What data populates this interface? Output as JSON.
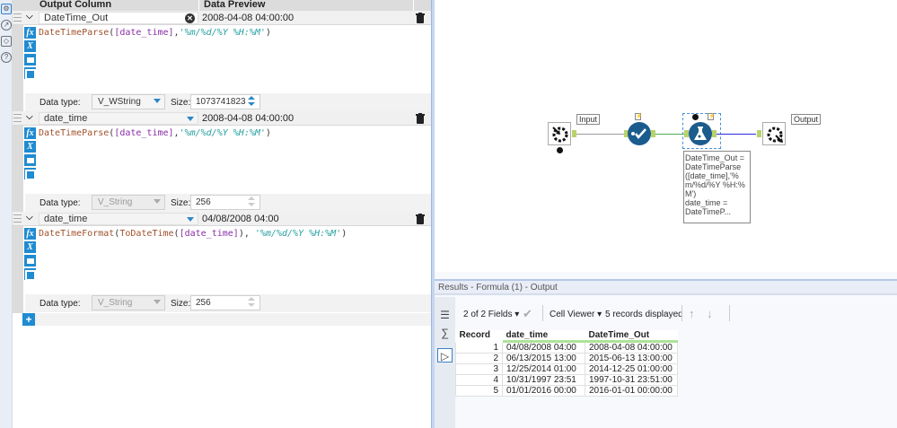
{
  "left_rail": {
    "icons": [
      "gear-icon",
      "cursor-icon",
      "tag-icon",
      "help-icon"
    ]
  },
  "config": {
    "header": {
      "output_column": "Output Column",
      "data_preview": "Data Preview"
    },
    "blocks": [
      {
        "output_column": "DateTime_Out",
        "is_new_field": true,
        "preview": "2008-04-08 04:00:00",
        "expression": {
          "fn": "DateTimeParse",
          "field": "[date_time]",
          "fmt": "'%m/%d/%Y %H:%M'"
        },
        "data_type_label": "Data type:",
        "data_type": "V_WString",
        "data_type_enabled": true,
        "size_label": "Size:",
        "size": "1073741823",
        "size_enabled": true
      },
      {
        "output_column": "date_time",
        "is_new_field": false,
        "preview": "2008-04-08 04:00:00",
        "expression": {
          "fn": "DateTimeParse",
          "field": "[date_time]",
          "fmt": "'%m/%d/%Y %H:%M'"
        },
        "data_type_label": "Data type:",
        "data_type": "V_String",
        "data_type_enabled": false,
        "size_label": "Size:",
        "size": "256",
        "size_enabled": false
      },
      {
        "output_column": "date_time",
        "is_new_field": false,
        "preview": "04/08/2008 04:00",
        "expression": {
          "fn": "DateTimeFormat",
          "inner_fn": "ToDateTime",
          "field": "[date_time]",
          "fmt": "'%m/%d/%Y %H:%M'"
        },
        "data_type_label": "Data type:",
        "data_type": "V_String",
        "data_type_enabled": false,
        "size_label": "Size:",
        "size": "256",
        "size_enabled": false
      }
    ],
    "add_button": "+"
  },
  "canvas": {
    "tools": [
      {
        "name": "input-tool",
        "label": "Input"
      },
      {
        "name": "select-tool",
        "label": ""
      },
      {
        "name": "formula-tool",
        "label": ""
      },
      {
        "name": "output-tool",
        "label": "Output"
      }
    ],
    "annotation": [
      "DateTime_Out =",
      "DateTimeParse",
      "([date_time],'%",
      "m/%d/%Y %H:%",
      "M')",
      "date_time =",
      "DateTimeP..."
    ],
    "colors": {
      "tool_blue": "#1b5c8e",
      "conn_green": "#4caf50",
      "conn_blue": "#2a2adf",
      "anchor": "#b8d36b"
    }
  },
  "results": {
    "title": "Results - Formula (1) - Output",
    "toolbar": {
      "fields": "2 of 2 Fields",
      "cell_viewer": "Cell Viewer",
      "records": "5 records displayed"
    },
    "columns": [
      "Record",
      "date_time",
      "DateTime_Out"
    ],
    "rows": [
      [
        "1",
        "04/08/2008 04:00",
        "2008-04-08 04:00:00"
      ],
      [
        "2",
        "06/13/2015 13:00",
        "2015-06-13 13:00:00"
      ],
      [
        "3",
        "12/25/2014 01:00",
        "2014-12-25 01:00:00"
      ],
      [
        "4",
        "10/31/1997 23:51",
        "1997-10-31 23:51:00"
      ],
      [
        "5",
        "01/01/2016 00:00",
        "2016-01-01 00:00:00"
      ]
    ]
  }
}
